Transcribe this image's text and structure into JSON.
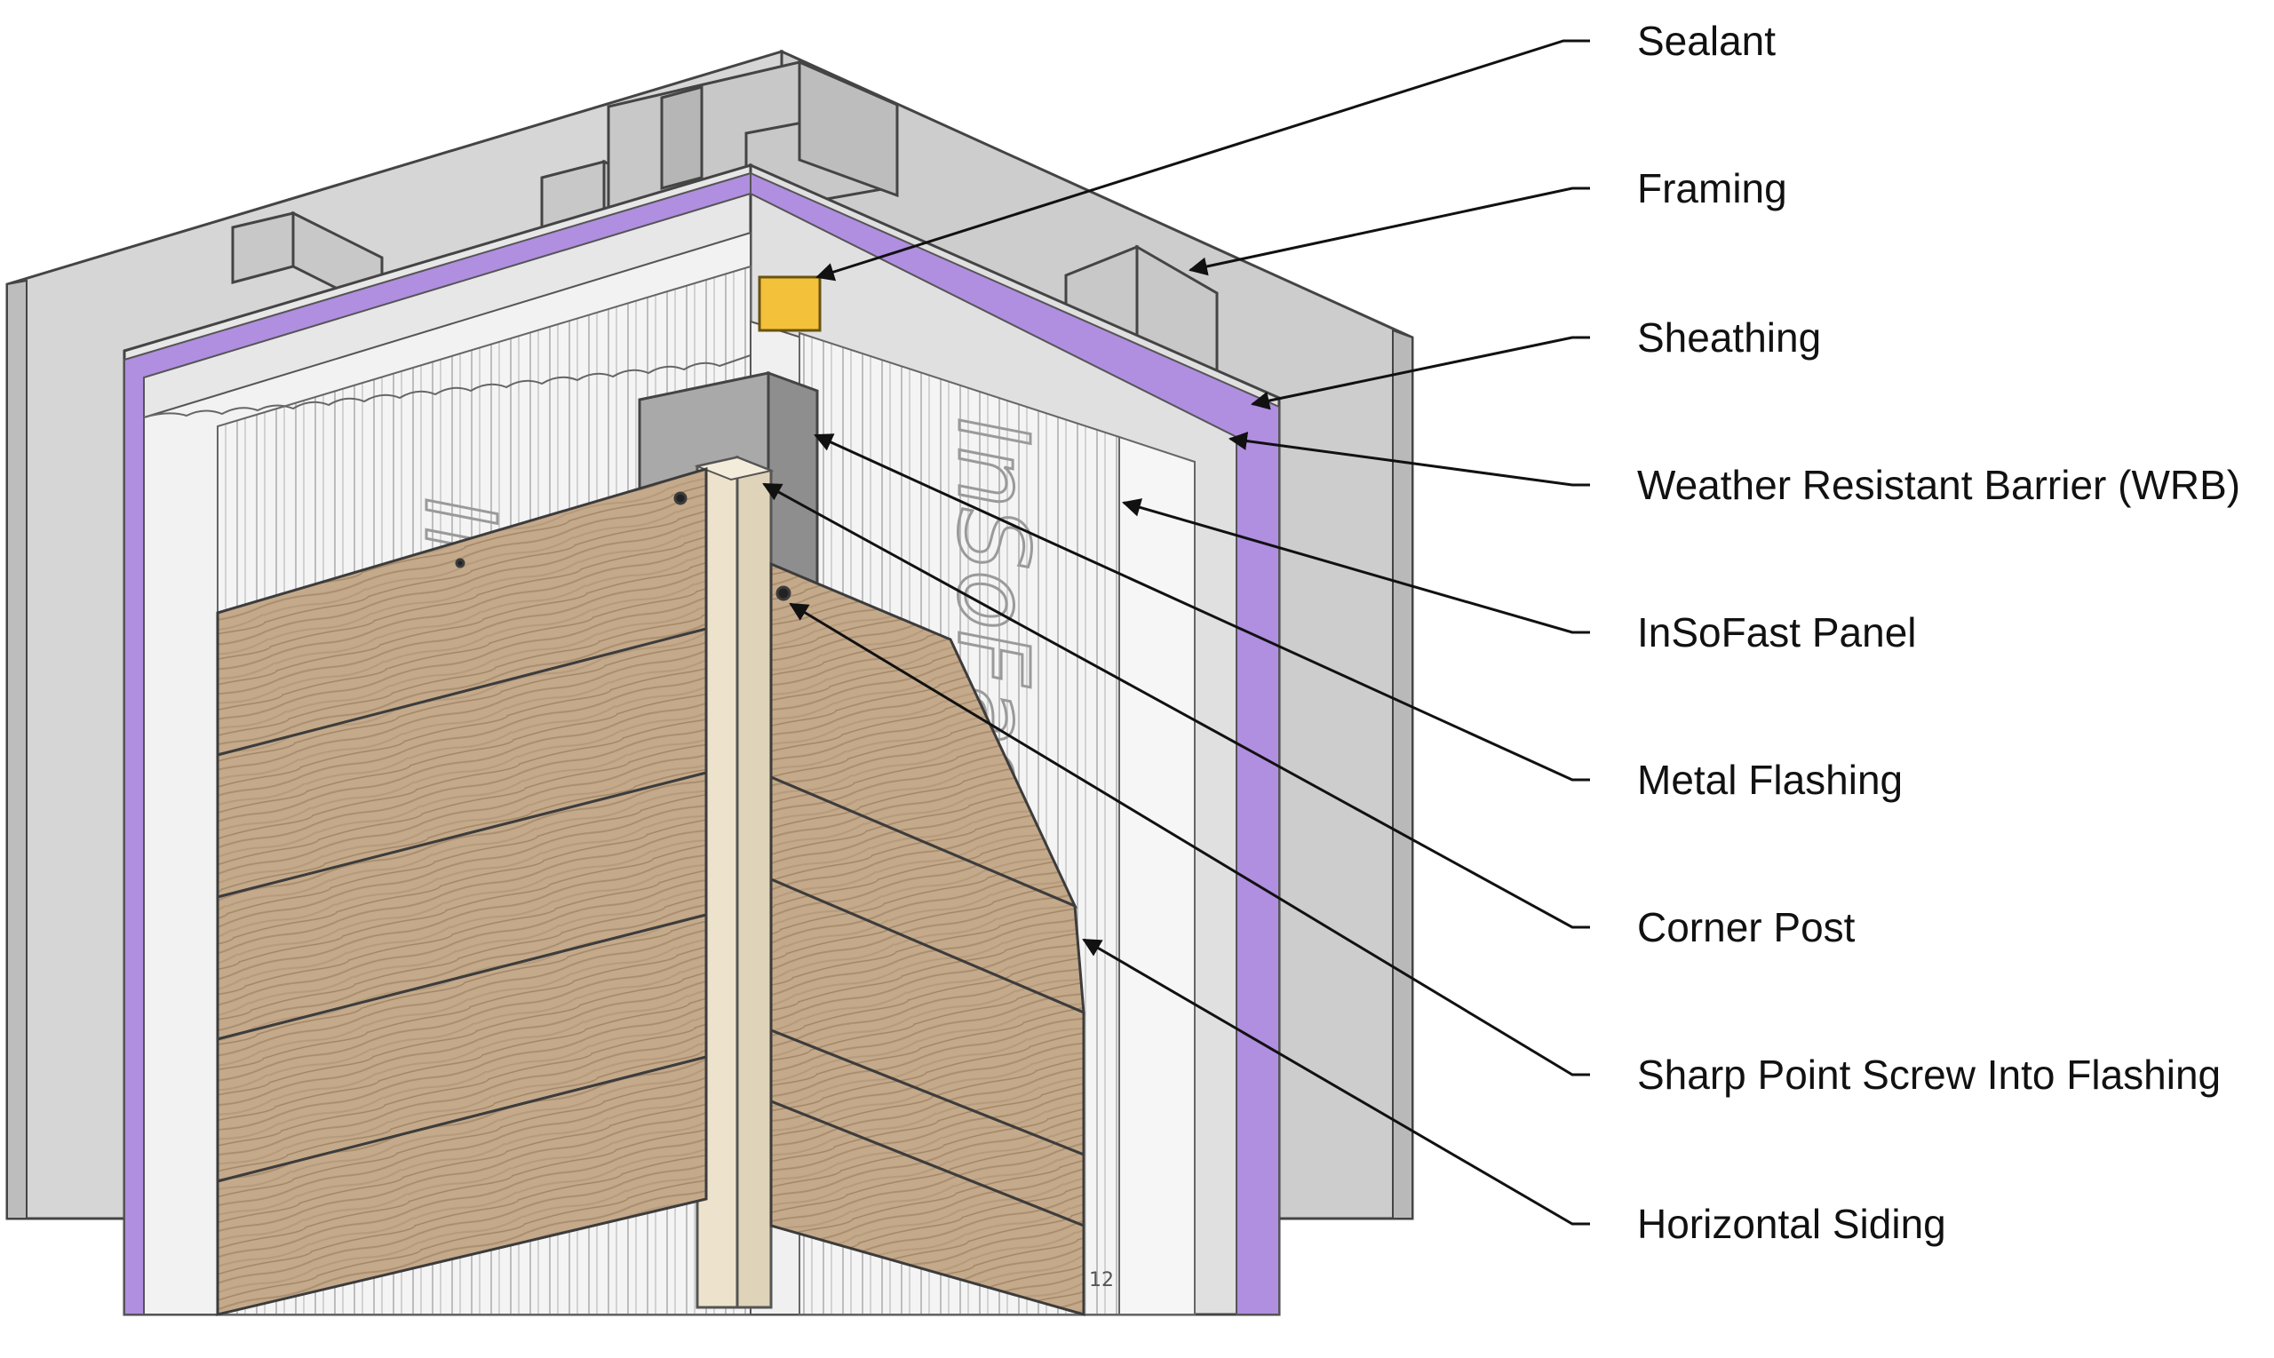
{
  "diagram": {
    "panel_brand": "InSoFast",
    "panel_marking": "12",
    "colors": {
      "wall_gray": "#d2d2d2",
      "wrb_purple": "#b08ee0",
      "panel_white": "#f3f3f3",
      "sealant_yellow": "#f3c13a",
      "siding_tan": "#c2a687",
      "corner_post": "#ece2cc",
      "flashing_gray": "#a9a9a9"
    },
    "callouts": [
      {
        "label": "Sealant"
      },
      {
        "label": "Framing"
      },
      {
        "label": "Sheathing"
      },
      {
        "label": "Weather Resistant Barrier (WRB)"
      },
      {
        "label": "InSoFast Panel"
      },
      {
        "label": "Metal Flashing"
      },
      {
        "label": "Corner Post"
      },
      {
        "label": "Sharp Point Screw Into Flashing"
      },
      {
        "label": "Horizontal Siding"
      }
    ]
  }
}
